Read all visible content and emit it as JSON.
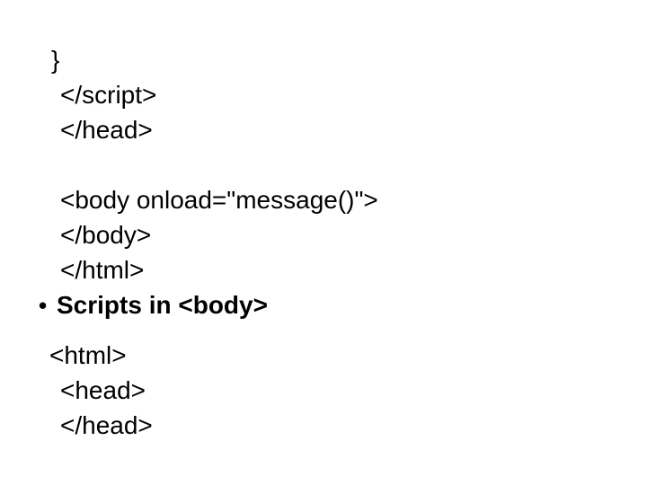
{
  "slide": {
    "background_color": "#ffffff",
    "text_color": "#000000",
    "code_top": [
      {
        "text": "}"
      },
      {
        "text": "</script>"
      },
      {
        "text": "</head>"
      },
      {
        "text": ""
      },
      {
        "text": "<body onload=\"message()\">"
      },
      {
        "text": "</body>"
      },
      {
        "text": "</html>"
      }
    ],
    "bullet": {
      "marker": "•",
      "label": "Scripts in <body>"
    },
    "code_bottom": [
      {
        "text": "<html>"
      },
      {
        "text": "<head>"
      },
      {
        "text": "</head>"
      }
    ]
  }
}
